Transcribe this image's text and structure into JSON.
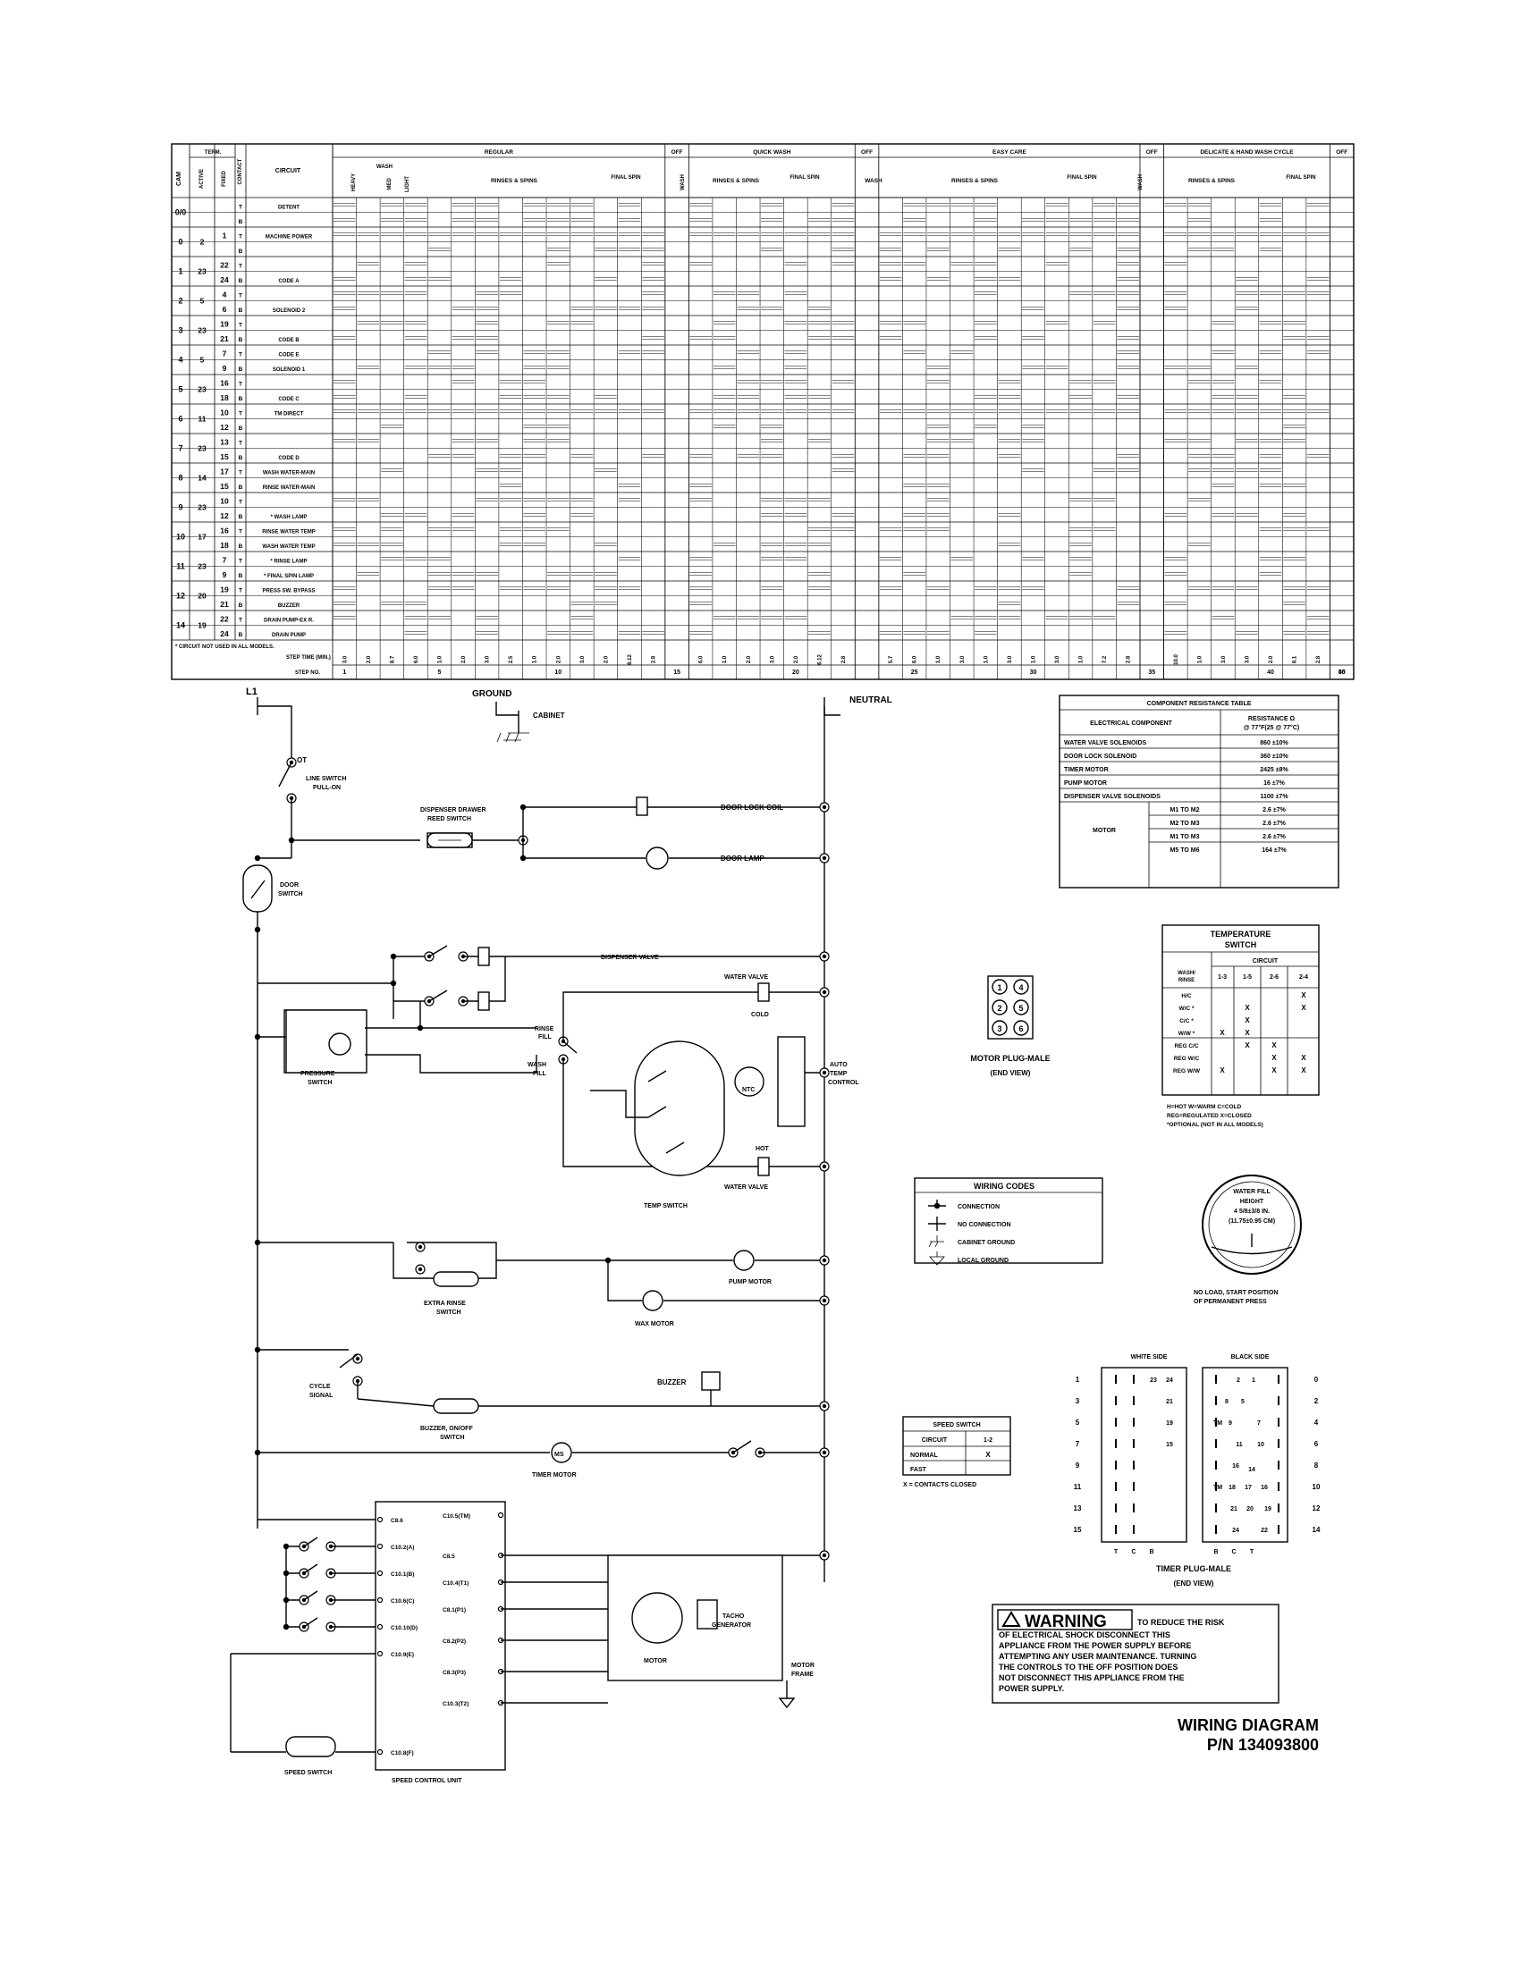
{
  "chart": {
    "circuit_header": "CIRCUIT",
    "term_header": "TERM.",
    "term_active": "ACTIVE",
    "term_fixed": "FIXED",
    "contact_header": "CONTACT",
    "cam_header": "CAM",
    "cycles": [
      {
        "name": "REGULAR",
        "subs": [
          "HEAVY",
          "MED",
          "LIGHT",
          "RINSES & SPINS",
          "FINAL SPIN"
        ],
        "wash": "WASH"
      },
      {
        "name": "OFF"
      },
      {
        "name": "QUICK WASH",
        "subs": [
          "WASH",
          "RINSES & SPINS",
          "FINAL SPIN"
        ]
      },
      {
        "name": "OFF"
      },
      {
        "name": "EASY CARE",
        "subs": [
          "WASH",
          "RINSES & SPINS",
          "FINAL SPIN"
        ]
      },
      {
        "name": "OFF"
      },
      {
        "name": "DELICATE & HAND WASH CYCLE",
        "subs": [
          "WASH",
          "RINSES & SPINS",
          "FINAL SPIN"
        ]
      },
      {
        "name": "OFF"
      }
    ],
    "rows": [
      {
        "cam": "0/0",
        "a": "",
        "f": "",
        "c": "T",
        "label": "DETENT"
      },
      {
        "cam": "",
        "a": "",
        "f": "",
        "c": "B",
        "label": ""
      },
      {
        "cam": "0",
        "a": "2",
        "f": "1",
        "c": "T",
        "label": "MACHINE POWER"
      },
      {
        "cam": "",
        "a": "",
        "f": "",
        "c": "B",
        "label": ""
      },
      {
        "cam": "1",
        "a": "23",
        "f": "22",
        "c": "T",
        "label": ""
      },
      {
        "cam": "",
        "a": "",
        "f": "24",
        "c": "B",
        "label": "CODE A"
      },
      {
        "cam": "2",
        "a": "5",
        "f": "4",
        "c": "T",
        "label": ""
      },
      {
        "cam": "",
        "a": "",
        "f": "6",
        "c": "B",
        "label": "SOLENOID 2"
      },
      {
        "cam": "3",
        "a": "23",
        "f": "19",
        "c": "T",
        "label": ""
      },
      {
        "cam": "",
        "a": "",
        "f": "21",
        "c": "B",
        "label": "CODE B"
      },
      {
        "cam": "4",
        "a": "5",
        "f": "7",
        "c": "T",
        "label": "CODE E"
      },
      {
        "cam": "",
        "a": "",
        "f": "9",
        "c": "B",
        "label": "SOLENOID 1"
      },
      {
        "cam": "5",
        "a": "23",
        "f": "16",
        "c": "T",
        "label": ""
      },
      {
        "cam": "",
        "a": "",
        "f": "18",
        "c": "B",
        "label": "CODE C"
      },
      {
        "cam": "6",
        "a": "11",
        "f": "10",
        "c": "T",
        "label": "TM DIRECT"
      },
      {
        "cam": "",
        "a": "",
        "f": "12",
        "c": "B",
        "label": ""
      },
      {
        "cam": "7",
        "a": "23",
        "f": "13",
        "c": "T",
        "label": ""
      },
      {
        "cam": "",
        "a": "",
        "f": "15",
        "c": "B",
        "label": "CODE D"
      },
      {
        "cam": "8",
        "a": "14",
        "f": "17",
        "c": "T",
        "label": "WASH WATER-MAIN"
      },
      {
        "cam": "",
        "a": "",
        "f": "15",
        "c": "B",
        "label": "RINSE WATER-MAIN"
      },
      {
        "cam": "9",
        "a": "23",
        "f": "10",
        "c": "T",
        "label": ""
      },
      {
        "cam": "",
        "a": "",
        "f": "12",
        "c": "B",
        "label": "* WASH LAMP"
      },
      {
        "cam": "10",
        "a": "17",
        "f": "16",
        "c": "T",
        "label": "RINSE WATER TEMP"
      },
      {
        "cam": "",
        "a": "",
        "f": "18",
        "c": "B",
        "label": "WASH WATER TEMP"
      },
      {
        "cam": "11",
        "a": "23",
        "f": "7",
        "c": "T",
        "label": "* RINSE LAMP"
      },
      {
        "cam": "",
        "a": "",
        "f": "9",
        "c": "B",
        "label": "* FINAL SPIN LAMP"
      },
      {
        "cam": "12",
        "a": "20",
        "f": "19",
        "c": "T",
        "label": "PRESS SW. BYPASS"
      },
      {
        "cam": "",
        "a": "",
        "f": "21",
        "c": "B",
        "label": "BUZZER"
      },
      {
        "cam": "14",
        "a": "19",
        "f": "22",
        "c": "T",
        "label": "DRAIN PUMP-EX R."
      },
      {
        "cam": "",
        "a": "",
        "f": "24",
        "c": "B",
        "label": "DRAIN PUMP"
      }
    ],
    "footnote": "* CIRCUIT NOT USED IN ALL MODELS.",
    "step_time_label": "STEP TIME (MIN.)",
    "step_no_label": "STEP NO.",
    "step_times": [
      "3.0",
      "2.0",
      "8.7",
      "6.0",
      "1.0",
      "2.0",
      "3.0",
      "2.5",
      "1.0",
      "2.0",
      "3.0",
      "2.0",
      "8.12",
      "2.8",
      "",
      "6.0",
      "1.0",
      "2.0",
      "3.0",
      "2.0",
      "6.12",
      "2.8",
      "",
      "5.7",
      "6.0",
      "1.0",
      "3.0",
      "1.0",
      "3.0",
      "1.0",
      "3.0",
      "1.0",
      "7.2",
      "2.8",
      "",
      "10.0",
      "1.0",
      "3.0",
      "3.0",
      "2.0",
      "8.1",
      "2.8",
      ""
    ],
    "step_numbers": [
      "1",
      "5",
      "10",
      "15",
      "20",
      "25",
      "30",
      "35",
      "40",
      "45",
      "50"
    ]
  },
  "schematic": {
    "l1": "L1",
    "ground": "GROUND",
    "cabinet": "CABINET",
    "neutral": "NEUTRAL",
    "ot": "OT",
    "line_switch": [
      "LINE SWITCH",
      "PULL-ON"
    ],
    "dispenser_drawer": [
      "DISPENSER DRAWER",
      "REED SWITCH"
    ],
    "door_lock_coil": "DOOR LOCK COIL",
    "door_lamp": "DOOR LAMP",
    "door_switch": [
      "DOOR",
      "SWITCH"
    ],
    "dispenser_valve": "DISPENSER VALVE",
    "water_valve": "WATER VALVE",
    "cold": "COLD",
    "hot": "HOT",
    "pressure_switch": [
      "PRESSURE",
      "SWITCH"
    ],
    "rinse_fill": [
      "RINSE",
      "FILL"
    ],
    "wash_fill": [
      "WASH",
      "FILL"
    ],
    "auto_temp": [
      "AUTO",
      "TEMP",
      "CONTROL"
    ],
    "ntc": "NTC",
    "temp_switch": "TEMP SWITCH",
    "pump_motor": "PUMP MOTOR",
    "extra_rinse": [
      "EXTRA RINSE",
      "SWITCH"
    ],
    "wax_motor": "WAX MOTOR",
    "cycle_signal": [
      "CYCLE",
      "SIGNAL"
    ],
    "buzzer": "BUZZER",
    "buzzer_switch": [
      "BUZZER, ON/OFF",
      "SWITCH"
    ],
    "timer_motor": "TIMER MOTOR",
    "ms": "MS",
    "speed_control_unit": "SPEED CONTROL UNIT",
    "speed_switch": "SPEED SWITCH",
    "motor": "MOTOR",
    "tacho": [
      "TACHO",
      "GENERATOR"
    ],
    "motor_frame": [
      "MOTOR",
      "FRAME"
    ],
    "scu_left": [
      "C8.6",
      "C10.2(A)",
      "C10.1(B)",
      "C10.6(C)",
      "C10.10(D)",
      "C10.9(E)",
      "C10.8(F)"
    ],
    "scu_right": [
      "C10.5(TM)",
      "C8.5",
      "C10.4(T1)",
      "C8.1(P1)",
      "C8.2(P2)",
      "C8.3(P3)",
      "C10.3(T2)"
    ]
  },
  "resistance_table": {
    "title": "COMPONENT RESISTANCE TABLE",
    "col1": "ELECTRICAL COMPONENT",
    "col2": [
      "RESISTANCE  Ω",
      "@ 77°F(25  @ 77°C)"
    ],
    "rows": [
      [
        "WATER VALVE SOLENOIDS",
        "860 ±10%"
      ],
      [
        "DOOR LOCK SOLENOID",
        "360 ±10%"
      ],
      [
        "TIMER MOTOR",
        "2425 ±8%"
      ],
      [
        "PUMP MOTOR",
        "16 ±7%"
      ],
      [
        "DISPENSER VALVE SOLENOIDS",
        "1100 ±7%"
      ]
    ],
    "motor_label": "MOTOR",
    "motor_rows": [
      [
        "M1 TO M2",
        "2.6 ±7%"
      ],
      [
        "M2 TO M3",
        "2.6 ±7%"
      ],
      [
        "M1 TO M3",
        "2.6 ±7%"
      ],
      [
        "M5 TO M6",
        "164 ±7%"
      ]
    ]
  },
  "temp_switch_table": {
    "title": [
      "TEMPERATURE",
      "SWITCH"
    ],
    "circuit": "CIRCUIT",
    "row_header": [
      "WASH/",
      "RINSE"
    ],
    "cols": [
      "1-3",
      "1-5",
      "2-6",
      "2-4"
    ],
    "rows": [
      {
        "label": "H/C",
        "marks": [
          "",
          "",
          "",
          "X"
        ]
      },
      {
        "label": "W/C *",
        "marks": [
          "",
          "X",
          "",
          "X"
        ]
      },
      {
        "label": "C/C *",
        "marks": [
          "",
          "X",
          "",
          ""
        ]
      },
      {
        "label": "W/W *",
        "marks": [
          "X",
          "X",
          "",
          ""
        ]
      },
      {
        "label": "REG C/C",
        "marks": [
          "",
          "X",
          "X",
          ""
        ]
      },
      {
        "label": "REG W/C",
        "marks": [
          "",
          "",
          "X",
          "X"
        ]
      },
      {
        "label": "REG W/W",
        "marks": [
          "X",
          "",
          "X",
          "X"
        ]
      }
    ],
    "notes": [
      "H=HOT  W=WARM  C=COLD",
      "REG=REGULATED  X=CLOSED",
      "*OPTIONAL (NOT IN ALL MODELS)"
    ]
  },
  "motor_plug": {
    "pins": [
      "1",
      "4",
      "2",
      "5",
      "3",
      "6"
    ],
    "title": "MOTOR PLUG-MALE",
    "sub": "(END VIEW)"
  },
  "wiring_codes": {
    "title": "WIRING CODES",
    "items": [
      "CONNECTION",
      "NO CONNECTION",
      "CABINET GROUND",
      "LOCAL GROUND"
    ]
  },
  "water_fill": {
    "lines": [
      "WATER FILL",
      "HEIGHT",
      "4 5/8±3/8 IN.",
      "(11.75±0.95 CM)"
    ],
    "caption": [
      "NO LOAD, START POSITION",
      "OF PERMANENT PRESS"
    ]
  },
  "timer_plug": {
    "white_side": "WHITE SIDE",
    "black_side": "BLACK SIDE",
    "left_nums": [
      "1",
      "3",
      "5",
      "7",
      "9",
      "11",
      "13",
      "15"
    ],
    "right_nums": [
      "0",
      "2",
      "4",
      "6",
      "8",
      "10",
      "12",
      "14"
    ],
    "white_inner": [
      "23",
      "24",
      "21",
      "19",
      "15"
    ],
    "black_inner": [
      "2",
      "1",
      "8",
      "5",
      "TM",
      "9",
      "7",
      "11",
      "10",
      "16",
      "14",
      "TM",
      "18",
      "17",
      "16",
      "21",
      "20",
      "19",
      "24",
      "22"
    ],
    "bottom_left": [
      "T",
      "C",
      "B"
    ],
    "bottom_right": [
      "B",
      "C",
      "T"
    ],
    "title": "TIMER PLUG-MALE",
    "sub": "(END VIEW)"
  },
  "speed_switch_table": {
    "title": "SPEED SWITCH",
    "head": [
      "CIRCUIT",
      "1-2"
    ],
    "rows": [
      [
        "NORMAL",
        "X"
      ],
      [
        "FAST",
        ""
      ]
    ],
    "note": "X = CONTACTS CLOSED"
  },
  "warning": {
    "label": "WARNING",
    "lines": [
      "TO REDUCE THE RISK",
      "OF ELECTRICAL SHOCK DISCONNECT THIS",
      "APPLIANCE FROM THE POWER SUPPLY BEFORE",
      "ATTEMPTING ANY USER MAINTENANCE. TURNING",
      "THE CONTROLS TO THE OFF POSITION DOES",
      "NOT DISCONNECT THIS APPLIANCE FROM THE",
      "POWER SUPPLY."
    ]
  },
  "title_block": {
    "line1": "WIRING DIAGRAM",
    "line2": "P/N 134093800"
  }
}
